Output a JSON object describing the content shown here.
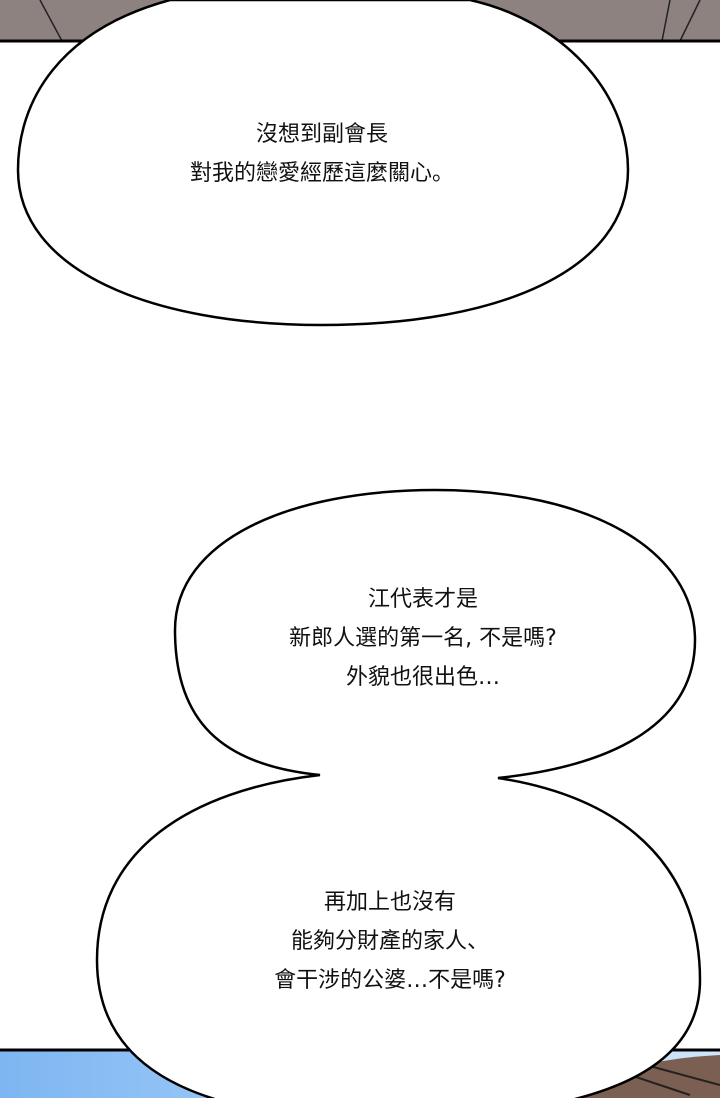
{
  "bubble_1": {
    "lines": [
      "沒想到副會長",
      "對我的戀愛經歷這麼關心。"
    ]
  },
  "bubble_2": {
    "lines": [
      "江代表才是",
      "新郎人選的第一名, 不是嗎?",
      "外貌也很出色…"
    ]
  },
  "bubble_3": {
    "lines": [
      "再加上也沒有",
      "能夠分財產的家人、",
      "會干涉的公婆…不是嗎?"
    ]
  },
  "colors": {
    "top_panel": "#8e8280",
    "bottom_sky": "#8fc3f5",
    "bottom_hair": "#7a5f52",
    "outline": "#000000"
  }
}
